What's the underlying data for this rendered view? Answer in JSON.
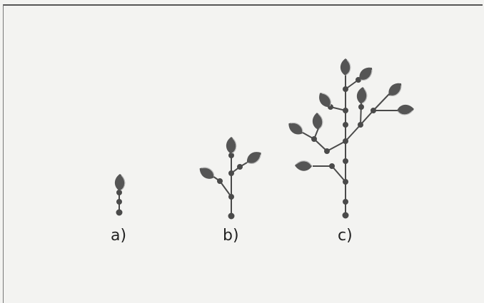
{
  "figure": {
    "labels": {
      "a": "a)",
      "b": "b)",
      "c": "c)"
    }
  },
  "colors": {
    "ink": "#4a4a4a",
    "leaf": "#555555",
    "background": "#f3f3f1",
    "frame": "#555555"
  }
}
